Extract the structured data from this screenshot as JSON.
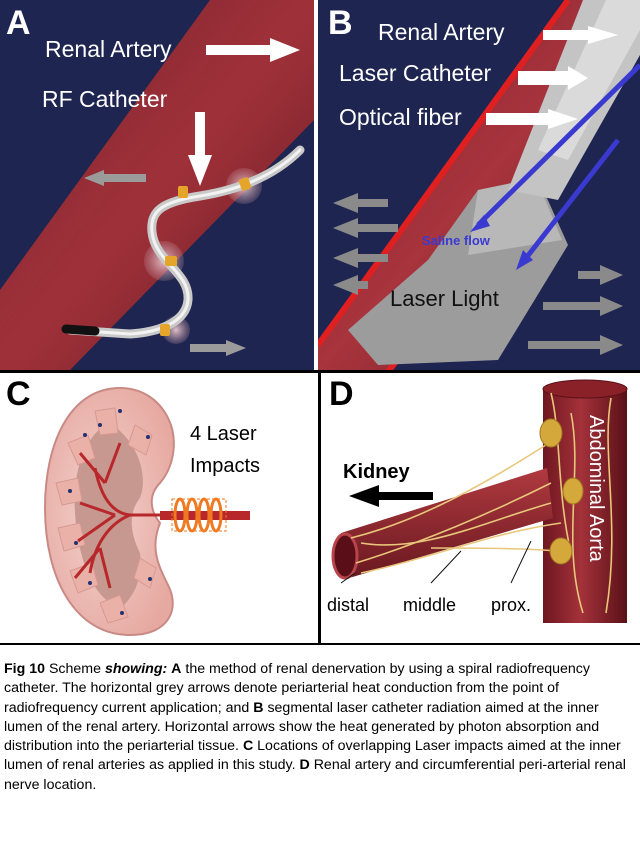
{
  "panels": {
    "a": {
      "letter": "A",
      "renal_artery": "Renal Artery",
      "rf_catheter": "RF Catheter"
    },
    "b": {
      "letter": "B",
      "renal_artery": "Renal Artery",
      "laser_catheter": "Laser Catheter",
      "optical_fiber": "Optical fiber",
      "saline_flow": "Saline flow",
      "laser_light": "Laser Light"
    },
    "c": {
      "letter": "C",
      "impacts_line1": "4 Laser",
      "impacts_line2": "Impacts"
    },
    "d": {
      "letter": "D",
      "kidney": "Kidney",
      "aorta": "Abdominal Aorta",
      "distal": "distal",
      "middle": "middle",
      "prox": "prox."
    }
  },
  "caption": {
    "fig": "Fig 10",
    "scheme": "Scheme",
    "showing": "showing:",
    "a": "A",
    "text_a": "the method of renal denervation by using a spiral radiofrequency catheter. The horizontal grey arrows denote periarterial heat conduction from the point of radiofrequency current application; and",
    "b": "B",
    "text_b": "segmental laser catheter radiation aimed at the inner lumen of the renal artery. Horizontal arrows show the heat generated by photon absorption and distribution into the periarterial tissue.",
    "c": "C",
    "text_c": "Locations of overlapping Laser impacts aimed at the inner lumen of renal arteries as applied in this study.",
    "d": "D",
    "text_d": "Renal artery and circumferential peri-arterial renal nerve location."
  },
  "colors": {
    "navy": "#1e2550",
    "artery": "#8b2630",
    "laser_red": "#e02020",
    "saline_blue": "#3a3ad0"
  }
}
